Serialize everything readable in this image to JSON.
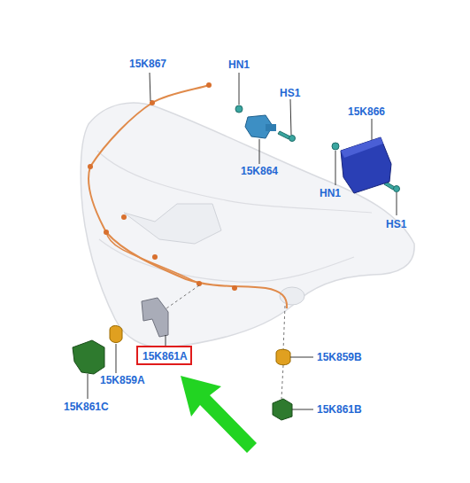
{
  "diagram": {
    "nodes": [
      {
        "text": [
          "15K861A"
        ]
      }
    ],
    "labels": [
      "15K867",
      "HN1",
      "HS1",
      "15K866",
      "15K864",
      "HN1",
      "HS1",
      "15K859B",
      "15K859A",
      "15K861B",
      "15K861C"
    ]
  }
}
